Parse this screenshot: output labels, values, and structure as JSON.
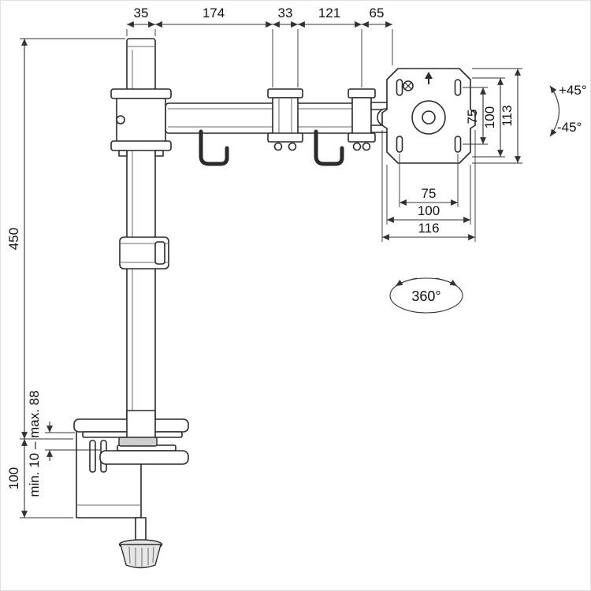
{
  "dims": {
    "top": [
      "35",
      "174",
      "33",
      "121",
      "65"
    ],
    "pole_height": "450",
    "desk_range": "min. 10 – max. 88",
    "clamp_height": "100",
    "vesa_v": [
      "75",
      "100",
      "113"
    ],
    "vesa_h": [
      "75",
      "100",
      "116"
    ],
    "tilt_up": "+45°",
    "tilt_down": "-45°",
    "rotation": "360°"
  },
  "colors": {
    "line": "#2a2a2a",
    "dimension": "#333333",
    "background": "#ffffff"
  }
}
